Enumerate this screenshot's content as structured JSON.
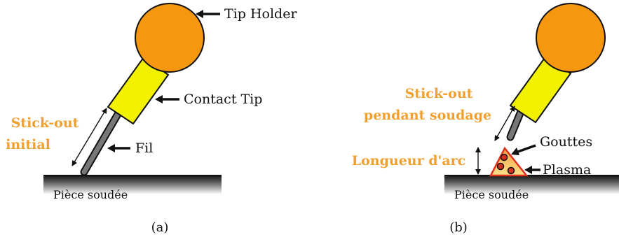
{
  "labels": {
    "tip_holder": "Tip Holder",
    "contact_tip": "Contact Tip",
    "fil": "Fil",
    "stickout_initial_line1": "Stick-out",
    "stickout_initial_line2": "initial",
    "workpiece_a": "Pièce soudée",
    "caption_a": "(a)",
    "stickout_welding_line1": "Stick-out",
    "stickout_welding_line2": "pendant soudage",
    "longueur_arc": "Longueur d'arc",
    "gouttes": "Gouttes",
    "plasma": "Plasma",
    "workpiece_b": "Pièce soudée",
    "caption_b": "(b)"
  },
  "colors": {
    "holder": "#f5970f",
    "contact_tip": "#f2f200",
    "wire": "#5a5a5a",
    "workpiece": "#3a3a3a",
    "label_orange": "#f0a030",
    "plasma_fill": "#f6c060",
    "plasma_edge": "#e03020",
    "droplet": "#d23020"
  }
}
